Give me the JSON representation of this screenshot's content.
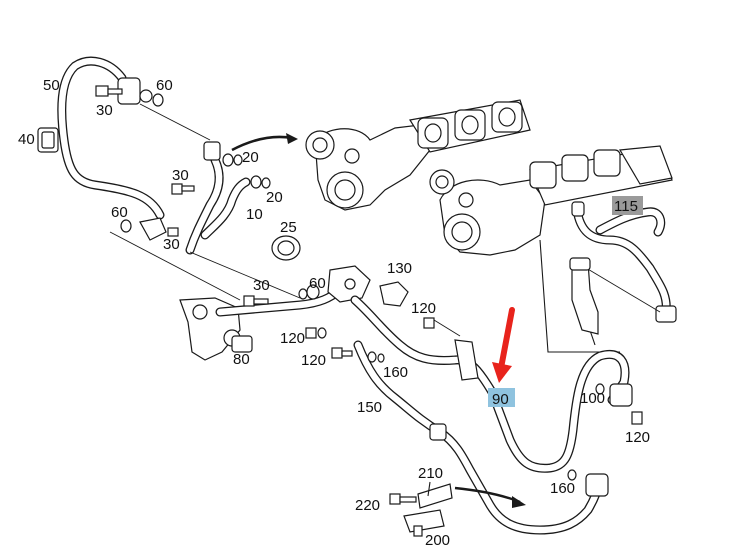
{
  "diagram": {
    "callouts": [
      "50",
      "60",
      "30",
      "40",
      "20",
      "20",
      "10",
      "30",
      "25",
      "60",
      "30",
      "30",
      "60",
      "130",
      "120",
      "120",
      "120",
      "80",
      "160",
      "150",
      "90",
      "115",
      "100",
      "120",
      "160",
      "210",
      "220",
      "200"
    ],
    "highlighted": {
      "blue_label": "90",
      "grey_label": "115"
    },
    "colors": {
      "line_art": "#1a1a1a",
      "arrow": "#e8231c",
      "highlight_blue": "#8fc3df",
      "highlight_grey": "#9a9a9a"
    }
  }
}
